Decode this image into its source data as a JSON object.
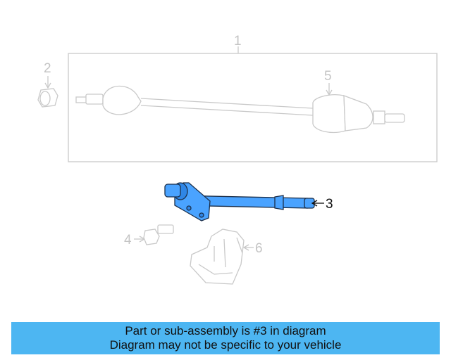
{
  "diagram": {
    "callouts": {
      "c1": "1",
      "c2": "2",
      "c3": "3",
      "c4": "4",
      "c5": "5",
      "c6": "6"
    },
    "highlight_color": "#4aa3ff",
    "ghost_color": "#c9c9c9"
  },
  "banner": {
    "line1": "Part or sub-assembly is #3 in diagram",
    "line2": "Diagram may not be specific to your vehicle",
    "background": "#4db6f2"
  }
}
